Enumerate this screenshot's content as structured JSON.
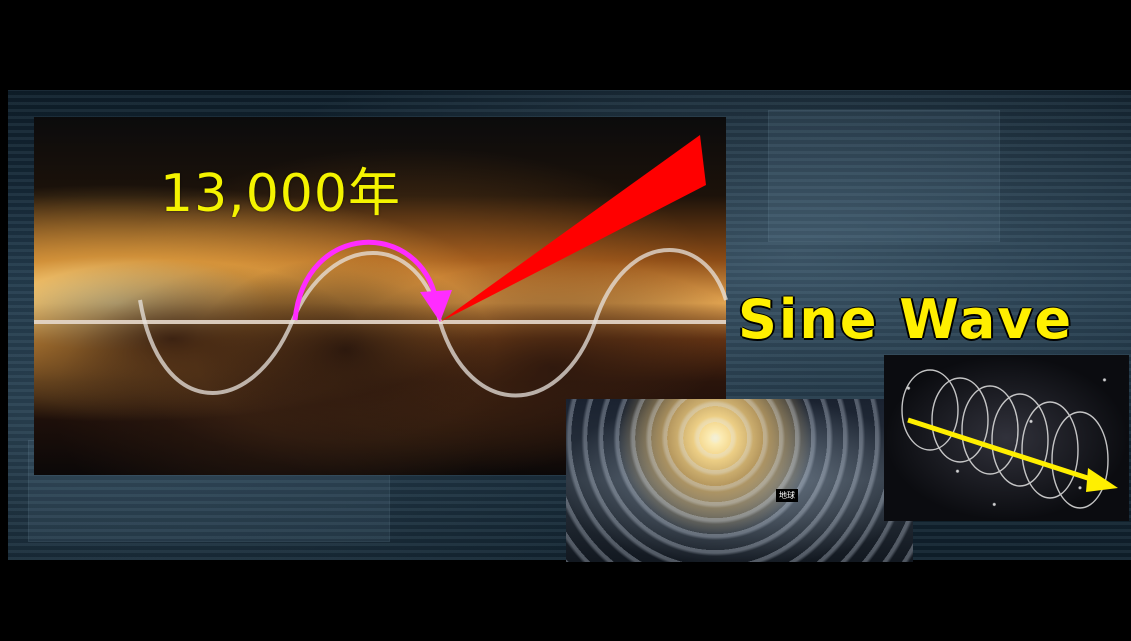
{
  "main_image": {
    "year_label": "13,000年"
  },
  "title": {
    "text": "Sine Wave"
  },
  "spiral_image": {
    "earth_label": "地球"
  },
  "colors": {
    "title": "#ffef00",
    "year_label": "#f4f300",
    "arc_arrow": "#ff2cff",
    "pointer": "#ff0000",
    "velocity_arrow": "#ffef00",
    "sine_curve": "#e8e3dd"
  },
  "icons": {
    "arc_arrow": "magenta-curved-arrow-icon",
    "pointer": "red-pointer-triangle-icon",
    "velocity_arrow": "yellow-arrow-icon"
  }
}
